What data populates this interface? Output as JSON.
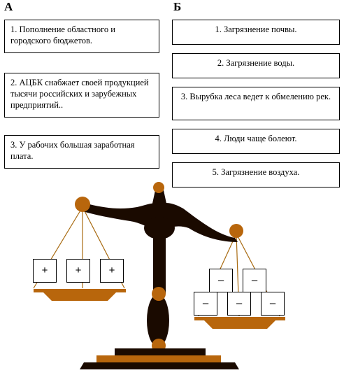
{
  "column_a": {
    "heading": "А",
    "items": [
      "1. Пополнение областного и городского бюджетов.",
      "2. АЦБК снабжает своей продукцией тысячи российских и зарубежных предприятий..",
      "3. У рабочих большая заработная плата."
    ]
  },
  "column_b": {
    "heading": "Б",
    "items": [
      "1. Загрязнение почвы.",
      "2. Загрязнение воды.",
      "3. Вырубка леса ведет к обмелению рек.",
      "4. Люди чаще болеют.",
      "5. Загрязнение воздуха."
    ]
  },
  "scale": {
    "left_pan_signs": [
      "+",
      "+",
      "+"
    ],
    "right_pan_signs": [
      "–",
      "–",
      "–",
      "–",
      "–"
    ],
    "colors": {
      "beam": "#1a0a00",
      "brass": "#b8660c",
      "string": "#a86a10"
    }
  }
}
